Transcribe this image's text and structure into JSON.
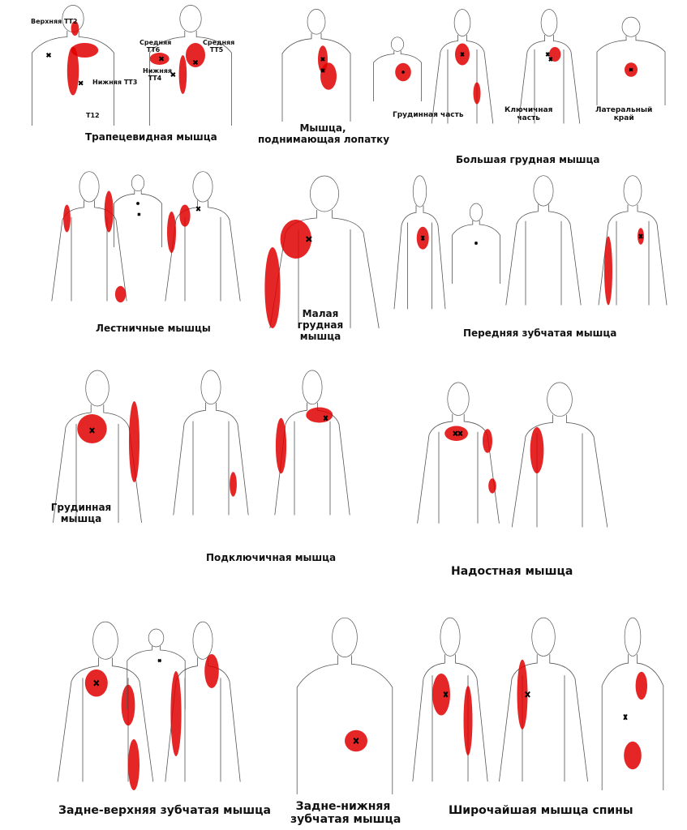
{
  "colors": {
    "trigger_zone": "#e00000",
    "outline": "#555555"
  },
  "trapezius": {
    "title": "Трапецевидная мышца",
    "upper": "Верхняя ТТ2",
    "lower3": "Нижняя ТТ3",
    "t12": "T12",
    "middle6": "Средняя ТТ6",
    "lower4": "Нижняя ТТ4",
    "middle5": "Средняя ТТ5"
  },
  "levator": {
    "title_line1": "Мышца,",
    "title_line2": "поднимающая лопатку"
  },
  "pectoralis_major": {
    "title": "Большая грудная мышца",
    "sternal": "Грудинная часть",
    "clavicular_line1": "Ключичная",
    "clavicular_line2": "часть",
    "lateral_line1": "Латеральный",
    "lateral_line2": "край"
  },
  "scalene": {
    "title": "Лестничные мышцы"
  },
  "pectoralis_minor": {
    "line1": "Малая",
    "line2": "грудная",
    "line3": "мышца"
  },
  "serratus_anterior": {
    "title": "Передняя зубчатая мышца"
  },
  "sternalis": {
    "line1": "Грудинная",
    "line2": "мышца"
  },
  "subclavius": {
    "title": "Подключичная мышца"
  },
  "supraspinatus": {
    "title": "Надостная мышца"
  },
  "serratus_post_sup": {
    "title": "Задне-верхняя зубчатая мышца"
  },
  "serratus_post_inf": {
    "line1": "Задне-нижняя",
    "line2": "зубчатая мышца"
  },
  "latissimus": {
    "title": "Широчайшая мышца спины"
  }
}
